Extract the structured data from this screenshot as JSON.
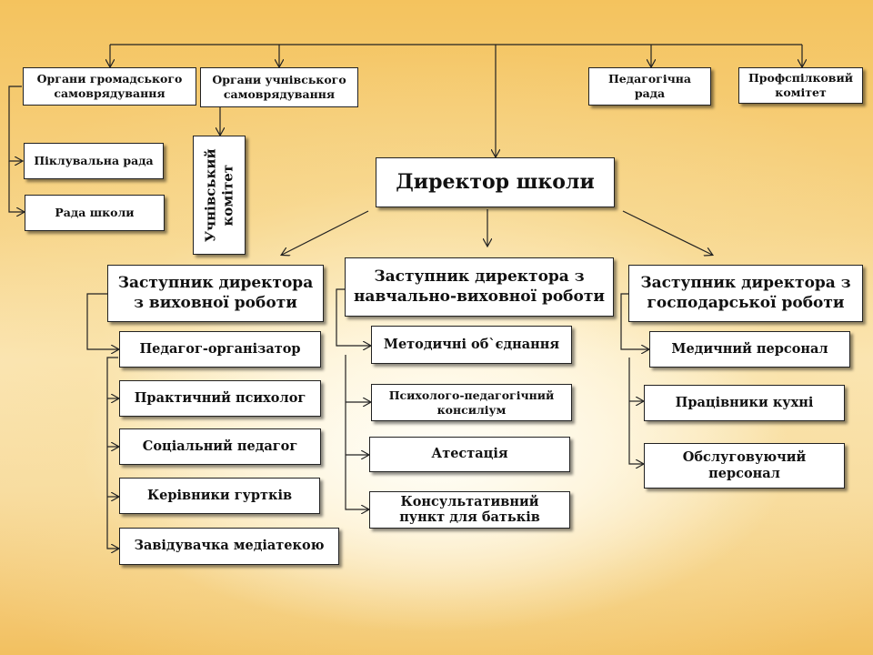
{
  "director": "Директор школи",
  "top": {
    "community": "Органи громадського самоврядування",
    "student": "Органи учнівського самоврядування",
    "pedagogical": "Педагогічна рада",
    "union": "Профспілковий комітет"
  },
  "left_bodies": {
    "trustees": "Піклувальна рада",
    "school_council": "Рада школи"
  },
  "student_committee": "Учнівський комітет",
  "deputies": {
    "educational": "Заступник директора з виховної роботи",
    "academic": "Заступник директора з навчально-виховної роботи",
    "economic": "Заступник директора з господарської роботи"
  },
  "educational_units": [
    "Педагог-організатор",
    "Практичний психолог",
    "Соціальний педагог",
    "Керівники гуртків",
    "Завідувачка медіатекою"
  ],
  "academic_units": [
    "Методичні об`єднання",
    "Психолого-педагогічний консиліум",
    "Атестація",
    "Консультативний пункт для батьків"
  ],
  "economic_units": [
    "Медичний персонал",
    "Працівники кухні",
    "Обслуговуючий персонал"
  ]
}
